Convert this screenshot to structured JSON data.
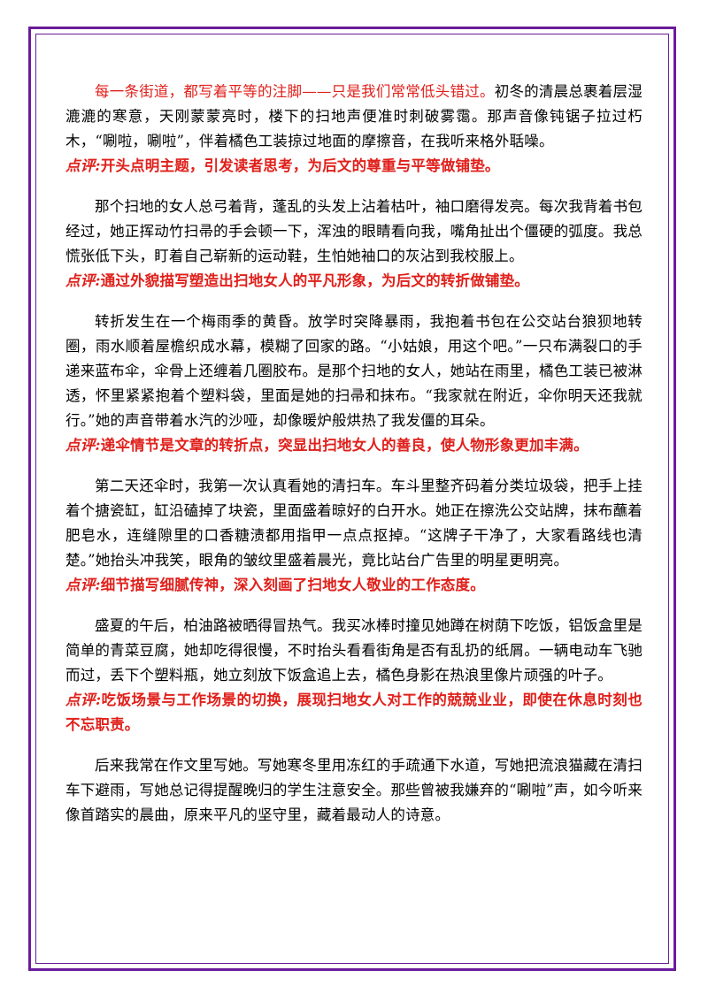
{
  "paragraphs": [
    {
      "lead": "每一条街道，都写着平等的注脚——只是我们常常低头错过。",
      "text": "初冬的清晨总裹着层湿漉漉的寒意，天刚蒙蒙亮时，楼下的扫地声便准时刺破雾霭。那声音像钝锯子拉过朽木，“唰啦，唰啦”，伴着橘色工装掠过地面的摩擦音，在我听来格外聒噪。",
      "comment_tag": "点评:",
      "comment": "开头点明主题，引发读者思考，为后文的尊重与平等做铺垫。"
    },
    {
      "text": "那个扫地的女人总弓着背，蓬乱的头发上沾着枯叶，袖口磨得发亮。每次我背着书包经过，她正挥动竹扫帚的手会顿一下，浑浊的眼睛看向我，嘴角扯出个僵硬的弧度。我总慌张低下头，盯着自己崭新的运动鞋，生怕她袖口的灰沾到我校服上。",
      "comment_tag": "点评:",
      "comment": "通过外貌描写塑造出扫地女人的平凡形象，为后文的转折做铺垫。"
    },
    {
      "text": "转折发生在一个梅雨季的黄昏。放学时突降暴雨，我抱着书包在公交站台狼狈地转圈，雨水顺着屋檐织成水幕，模糊了回家的路。“小姑娘，用这个吧。”一只布满裂口的手递来蓝布伞，伞骨上还缠着几圈胶布。是那个扫地的女人，她站在雨里，橘色工装已被淋透，怀里紧紧抱着个塑料袋，里面是她的扫帚和抹布。“我家就在附近，伞你明天还我就行。”她的声音带着水汽的沙哑，却像暖炉般烘热了我发僵的耳朵。",
      "comment_tag": "点评:",
      "comment": "递伞情节是文章的转折点，突显出扫地女人的善良，使人物形象更加丰满。"
    },
    {
      "text": "第二天还伞时，我第一次认真看她的清扫车。车斗里整齐码着分类垃圾袋，把手上挂着个搪瓷缸，缸沿磕掉了块瓷，里面盛着晾好的白开水。她正在擦洗公交站牌，抹布蘸着肥皂水，连缝隙里的口香糖渍都用指甲一点点抠掉。“这牌子干净了，大家看路线也清楚。”她抬头冲我笑，眼角的皱纹里盛着晨光，竟比站台广告里的明星更明亮。",
      "comment_tag": "点评:",
      "comment": "细节描写细腻传神，深入刻画了扫地女人敬业的工作态度。"
    },
    {
      "text": "盛夏的午后，柏油路被晒得冒热气。我买冰棒时撞见她蹲在树荫下吃饭，铝饭盒里是简单的青菜豆腐，她却吃得很慢，不时抬头看看街角是否有乱扔的纸屑。一辆电动车飞驰而过，丢下个塑料瓶，她立刻放下饭盒追上去，橘色身影在热浪里像片顽强的叶子。",
      "comment_tag": "点评:",
      "comment": "吃饭场景与工作场景的切换，展现扫地女人对工作的兢兢业业，即使在休息时刻也不忘职责。"
    },
    {
      "text": "后来我常在作文里写她。写她寒冬里用冻红的手疏通下水道，写她把流浪猫藏在清扫车下避雨，写她总记得提醒晚归的学生注意安全。那些曾被我嫌弃的“唰啦”声，如今听来像首踏实的晨曲，原来平凡的坚守里，藏着最动人的诗意。"
    }
  ]
}
